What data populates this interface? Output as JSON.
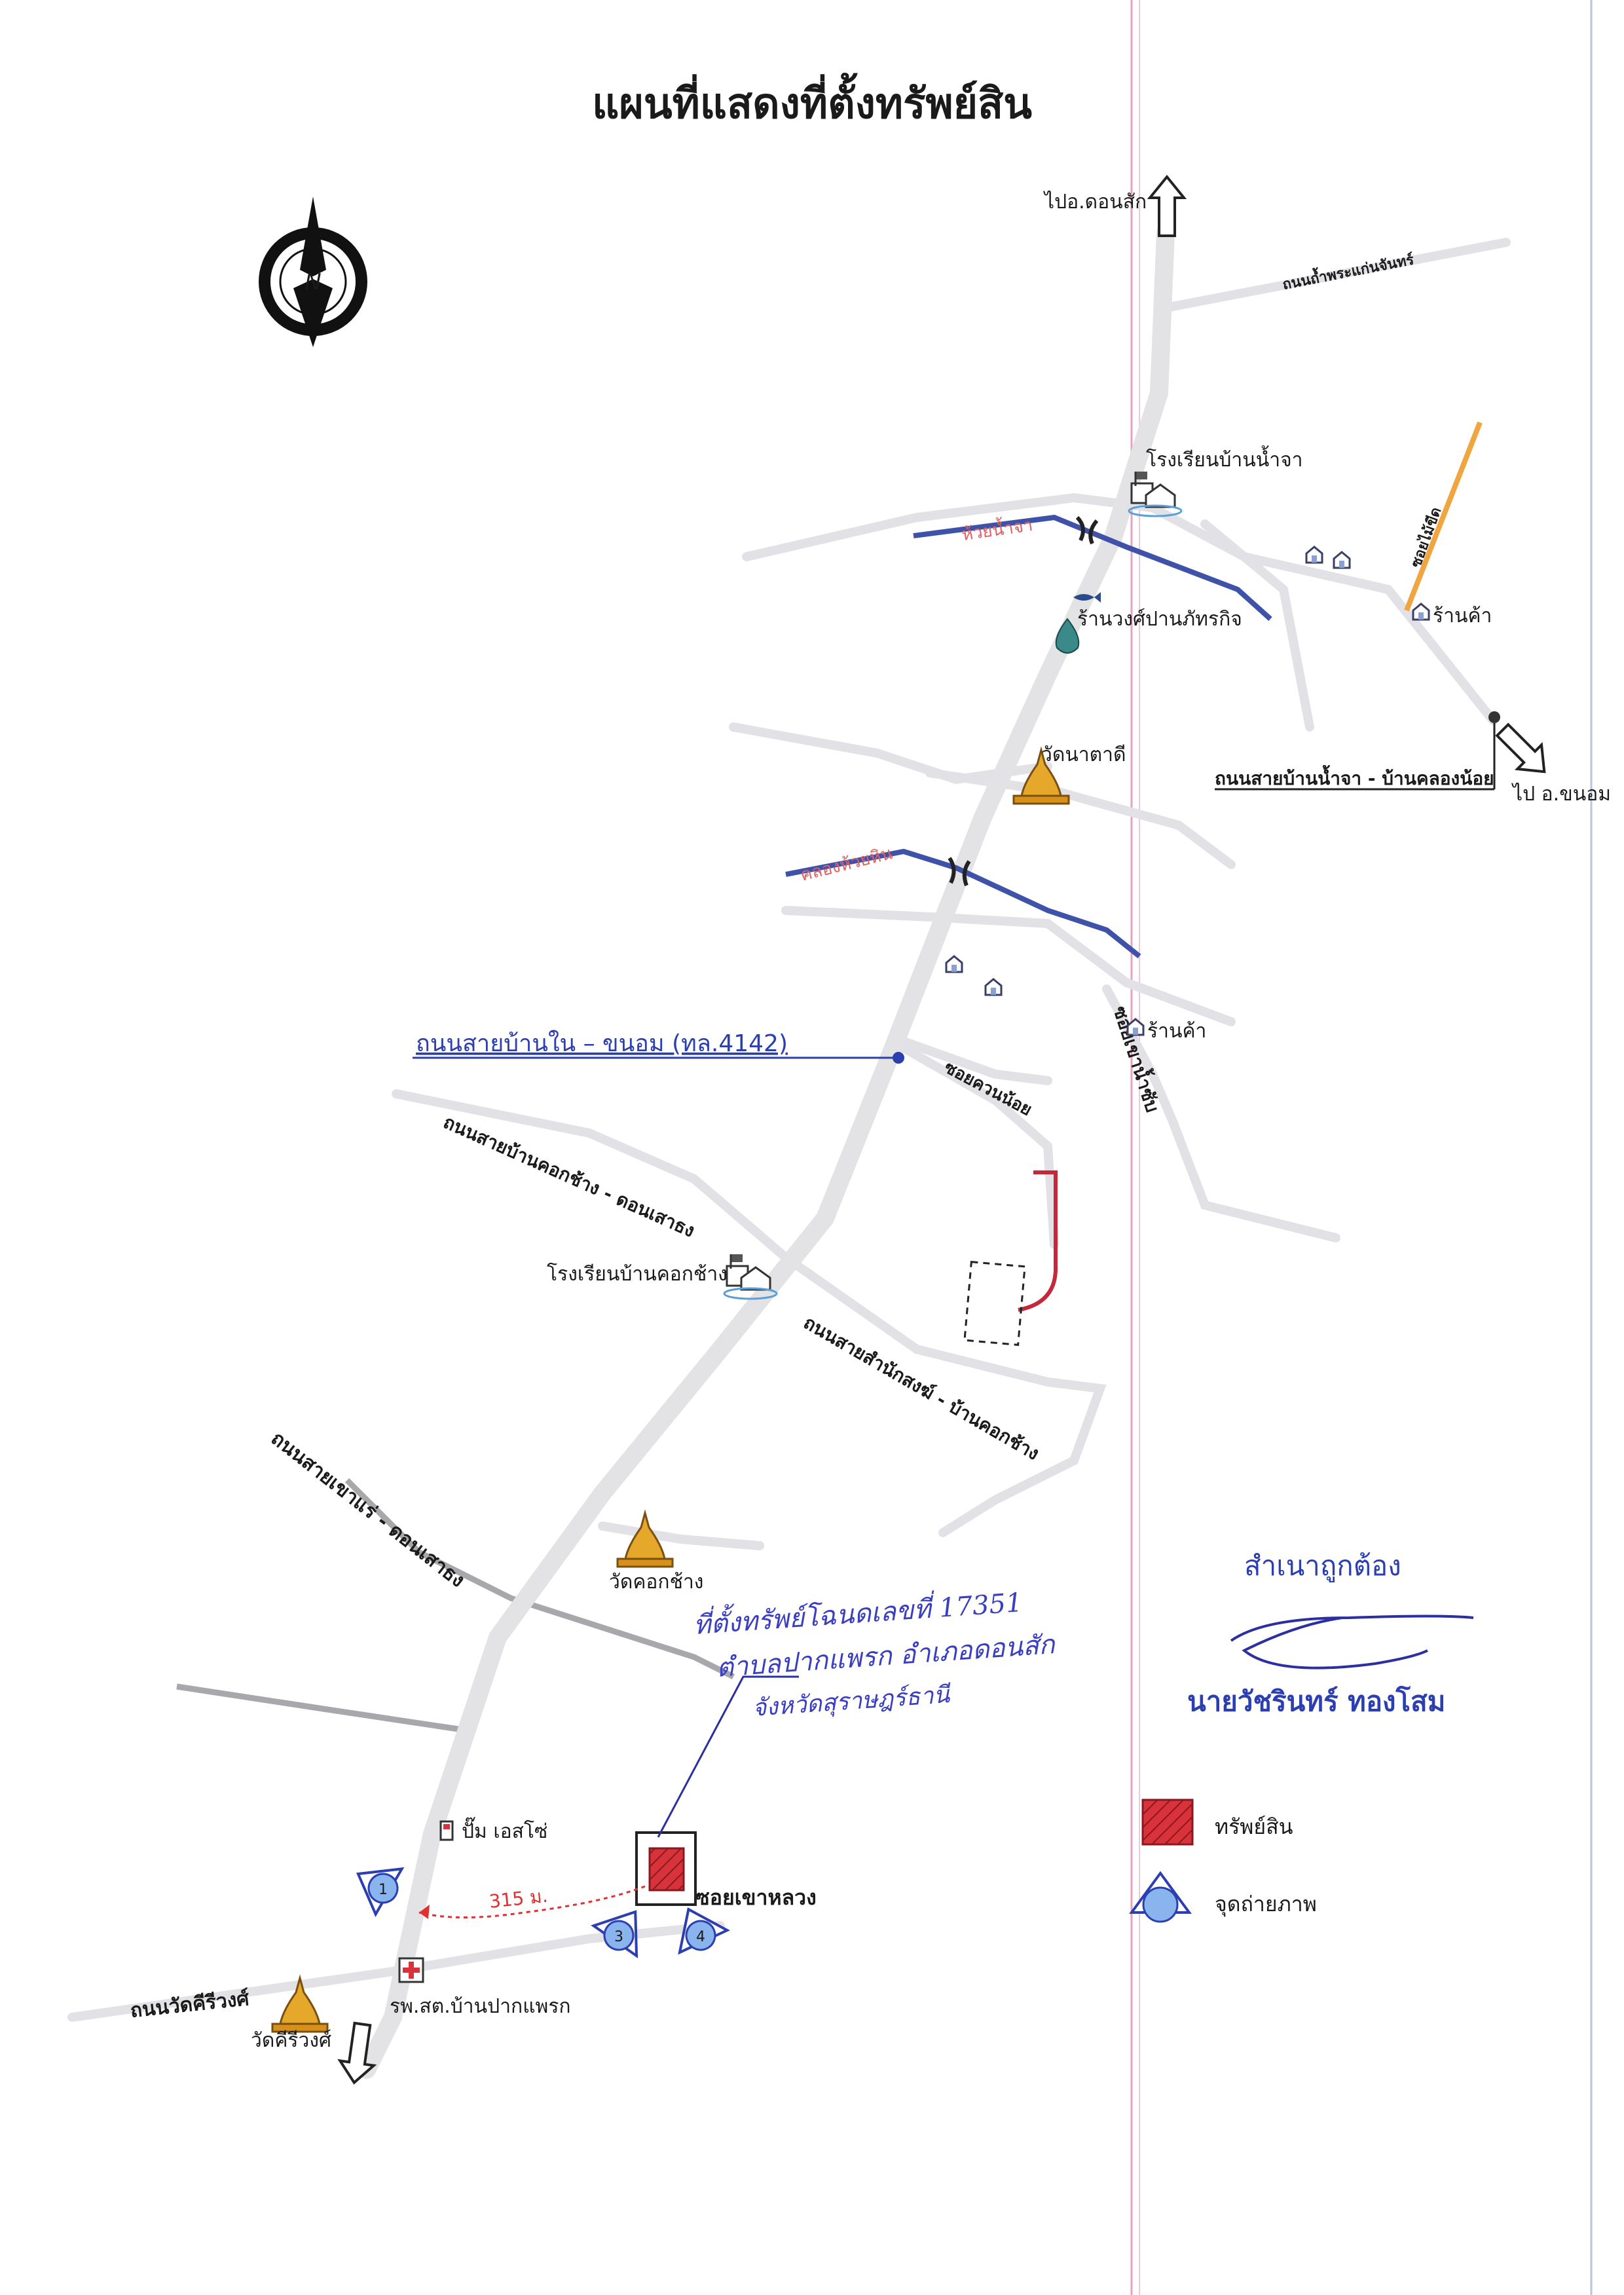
{
  "title": "แผนที่แสดงที่ตั้งทรัพย์สิน",
  "compass": {
    "letter": "N",
    "icon": "north-arrow-compass-icon"
  },
  "directions": {
    "to_don_sak": "ไปอ.ดอนสัก",
    "to_khanom": "ไป อ.ขนอม"
  },
  "roads": {
    "nam_phra": "ถนนถ้ำพระแก่นจันทร์",
    "ban_nam_cha": "ถนนสายบ้านน้ำจา - บ้านคลองน้อย",
    "soi_kho": "ซอยไม้ขีด",
    "main_highway": "ถนนสายบ้านใน – ขนอม (ทล.4142)",
    "soi_khuan_noi": "ซอยควนน้อย",
    "soi_khao_nam_sap": "ซอยเขาน้ำซับ",
    "khok_chang_don": "ถนนสายบ้านคอกช้าง - ดอนเสาธง",
    "samnak_song": "ถนนสายสำนักสงฆ์ - บ้านคอกช้าง",
    "khao_rae": "ถนนสายเขาแร่ - ดอนเสาธง",
    "wat_khiriwong_rd": "ถนนวัดคีรีวงศ์",
    "soi_khao_luang": "ซอยเขาหลวง"
  },
  "waterways": {
    "huai_nam_cha": "ห้วยน้ำจา",
    "khlong_huai_hin": "คลองห้วยหิน"
  },
  "places": {
    "school_nam_cha": "โรงเรียนบ้านน้ำจา",
    "shop_1": "ร้านค้า",
    "shop_wong": "ร้านวงศ์ปานภัทรกิจ",
    "wat_na_ta_di": "วัดนาตาดี",
    "shop_2": "ร้านค้า",
    "school_khok_chang": "โรงเรียนบ้านคอกช้าง",
    "wat_khok_chang": "วัดคอกช้าง",
    "pump": "ปั๊ม เอสโซ่",
    "hospital": "รพ.สต.บ้านปากแพรก",
    "wat_khiriwong": "วัดคีรีวงศ์"
  },
  "distance": "315 ม.",
  "photo_points": [
    "1",
    "3",
    "4"
  ],
  "handwritten_note": [
    "ที่ตั้งทรัพย์โฉนดเลขที่ 17351",
    "ตำบลปากแพรก อำเภอดอนสัก",
    "จังหวัดสุราษฎร์ธานี"
  ],
  "certification": {
    "text": "สำเนาถูกต้อง",
    "name": "นายวัชรินทร์ ทองโสม"
  },
  "legend": [
    {
      "label": "ทรัพย์สิน",
      "icon": "property-hatched-square-icon"
    },
    {
      "label": "จุดถ่ายภาพ",
      "icon": "photo-point-icon"
    }
  ],
  "colors": {
    "main_road": "#e3e3e6",
    "minor_road": "#dcdce0",
    "river": "#3d52a8",
    "property_red": "#d8323a",
    "annotation_blue": "#2b3fb0",
    "route_red": "#e03030",
    "margin_line": "#e7a2bf",
    "soi_orange": "#f0a540",
    "temple_gold": "#d9a020"
  }
}
